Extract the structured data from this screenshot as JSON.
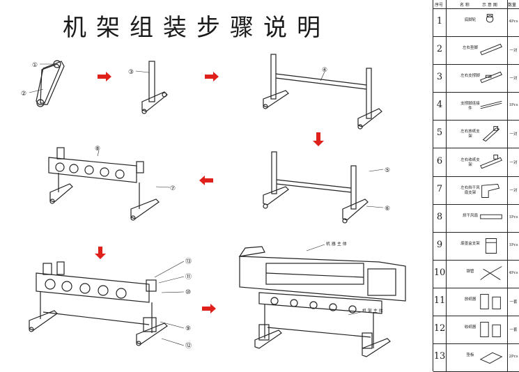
{
  "title": "机架组装步骤说明",
  "table_header": {
    "no": "序号",
    "name": "名 称",
    "sketch": "示 意 图",
    "qty": "数量"
  },
  "parts": [
    {
      "no": "1",
      "name": "底脚轮",
      "qty": "4Pcs"
    },
    {
      "no": "2",
      "name": "左右垫脚",
      "qty": "一对"
    },
    {
      "no": "3",
      "name": "左右支撑脚",
      "qty": "一对"
    },
    {
      "no": "4",
      "name": "支撑脚连接件",
      "qty": "1Pcs"
    },
    {
      "no": "5",
      "name": "左右放纸支架",
      "qty": "一对"
    },
    {
      "no": "6",
      "name": "左右收纸支架",
      "qty": "一对"
    },
    {
      "no": "7",
      "name": "左右挡干风扇支架",
      "qty": "一对"
    },
    {
      "no": "8",
      "name": "烘干风扇",
      "qty": "1Pcs"
    },
    {
      "no": "9",
      "name": "废墨盒支架",
      "qty": "1Pcs"
    },
    {
      "no": "10",
      "name": "钢管",
      "qty": "4Pcs"
    },
    {
      "no": "11",
      "name": "放纸器",
      "qty": "一套"
    },
    {
      "no": "12",
      "name": "收纸器",
      "qty": "一套"
    },
    {
      "no": "13",
      "name": "垫板",
      "qty": "2Pcs"
    }
  ],
  "callouts": {
    "c1": "①",
    "c2": "②",
    "c3": "③",
    "c4": "④",
    "c5": "⑤",
    "c6": "⑥",
    "c7": "⑦",
    "c8": "⑧",
    "c9": "⑨",
    "c10": "⑩",
    "c11": "⑪",
    "c12": "⑫",
    "c13": "⑬"
  },
  "labels": {
    "main_body": "机 器 主 体",
    "frame_body": "机 架 主 体"
  },
  "colors": {
    "arrow": "#e0201b",
    "line": "#222222"
  }
}
